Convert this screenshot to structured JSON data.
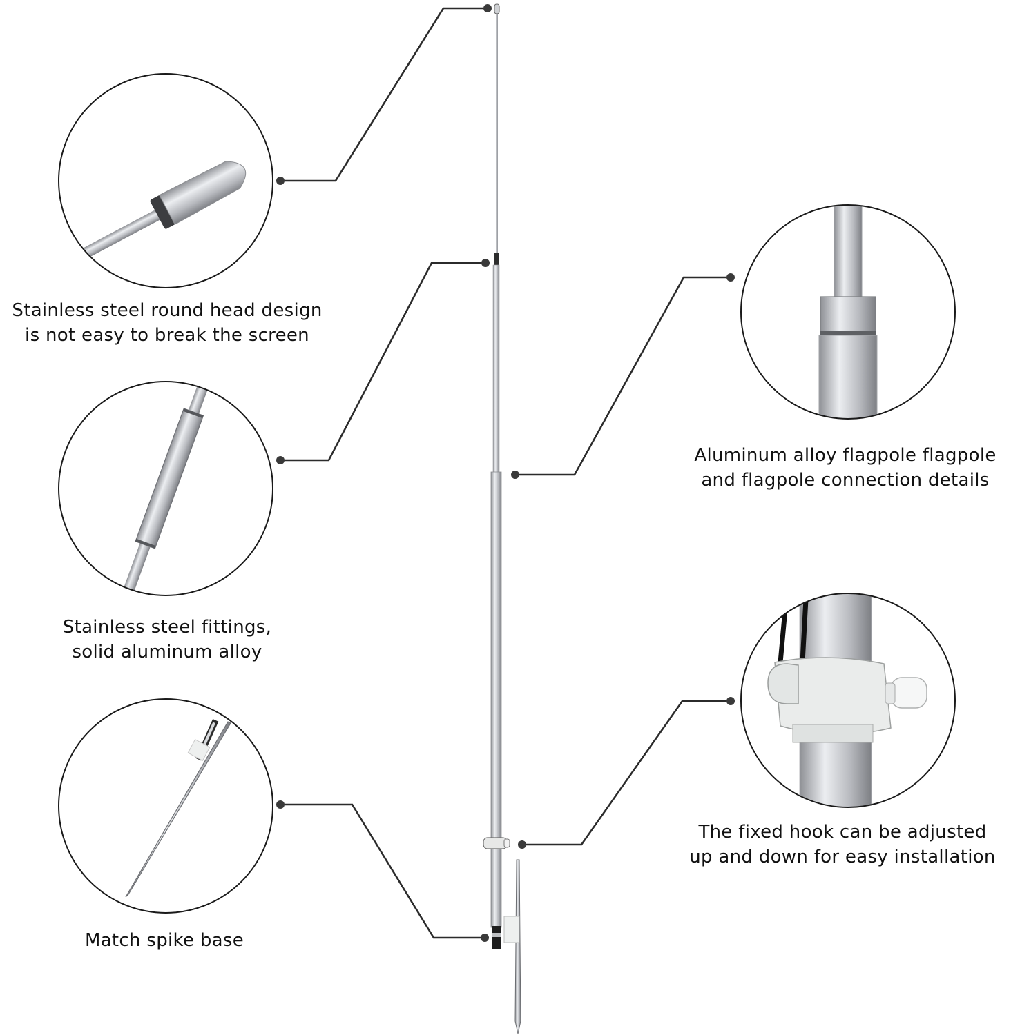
{
  "colors": {
    "leader_line": "#2b2b2b",
    "dot": "#3a3a3a",
    "circle_border": "#1a1a1a",
    "metal_light": "#e2e3e6",
    "metal_mid": "#b4b6bb",
    "metal_dark": "#7a7c80",
    "clip_white": "#ecefec",
    "cord": "#111111"
  },
  "callouts": [
    {
      "id": "round-head",
      "icon": "round-head-detail",
      "lines": [
        "Stainless steel round head design",
        "is not easy to break the screen"
      ]
    },
    {
      "id": "fittings",
      "icon": "steel-fitting-detail",
      "lines": [
        "Stainless steel fittings,",
        "solid aluminum alloy"
      ]
    },
    {
      "id": "spike-base",
      "icon": "ground-spike-detail",
      "lines": [
        "Match spike base"
      ]
    },
    {
      "id": "connection",
      "icon": "pole-connection-detail",
      "lines": [
        "Aluminum alloy flagpole flagpole",
        "and flagpole connection details"
      ]
    },
    {
      "id": "hook",
      "icon": "fixed-hook-detail",
      "lines": [
        "The fixed hook can be adjusted",
        "up and down for easy installation"
      ]
    }
  ]
}
